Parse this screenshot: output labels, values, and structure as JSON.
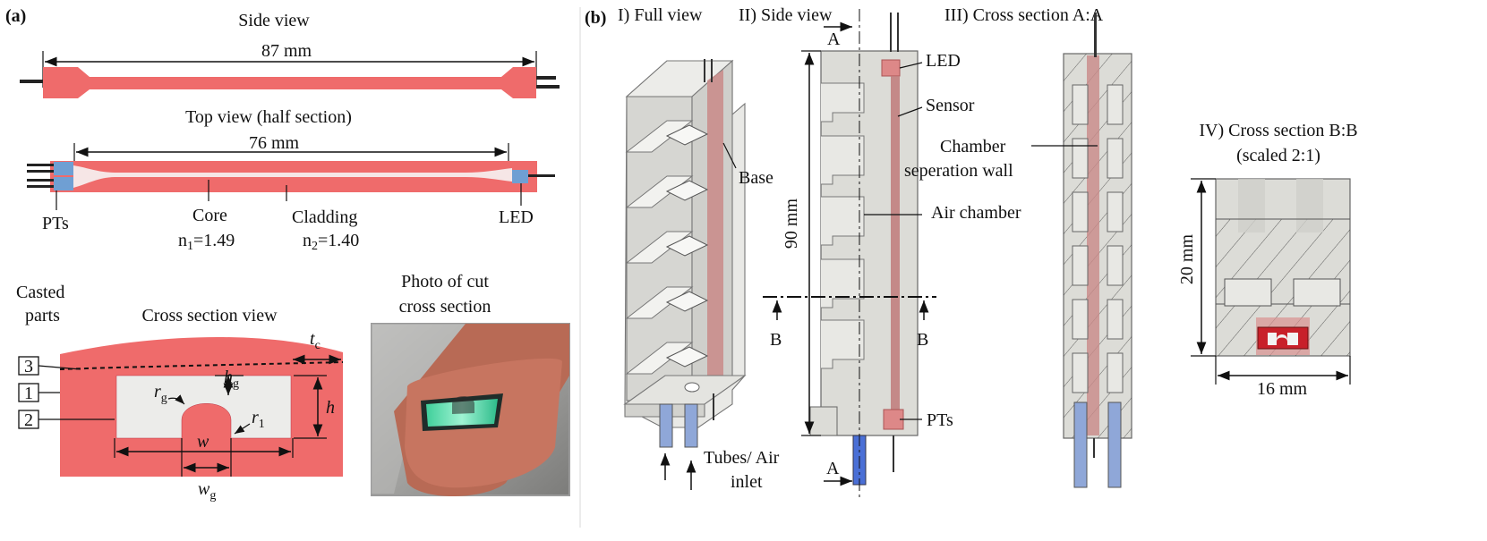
{
  "panel_a": {
    "tag": "(a)",
    "side_view": {
      "title": "Side view",
      "length": "87 mm"
    },
    "top_view": {
      "title": "Top view (half section)",
      "length": "76 mm",
      "labels": {
        "pts": "PTs",
        "core": "Core",
        "cladding": "Cladding",
        "led": "LED"
      }
    },
    "core_index": {
      "sym": "n",
      "sub": "1",
      "val": "=1.49"
    },
    "cladding_index": {
      "sym": "n",
      "sub": "2",
      "val": "=1.40"
    },
    "casted_parts": {
      "line1": "Casted",
      "line2": "parts",
      "items": [
        "3",
        "1",
        "2"
      ]
    },
    "cross_section": {
      "title": "Cross section view",
      "symbols": {
        "tc": "t",
        "tc_sub": "c",
        "hg": "h",
        "hg_sub": "g",
        "rg": "r",
        "rg_sub": "g",
        "r1": "r",
        "r1_sub": "1",
        "h": "h",
        "w": "w",
        "wg": "w",
        "wg_sub": "g"
      }
    },
    "photo": {
      "line1": "Photo of cut",
      "line2": "cross section"
    }
  },
  "panel_b": {
    "tag": "(b)",
    "views": [
      "I) Full view",
      "II) Side view",
      "III) Cross section A:A"
    ],
    "full_view": {
      "base": "Base",
      "tubes_line1": "Tubes/ Air",
      "tubes_line2": "inlet"
    },
    "side_view": {
      "height": "90 mm",
      "led": "LED",
      "sensor": "Sensor",
      "air_chamber": "Air chamber",
      "pts": "PTs",
      "section_a": "A",
      "section_b": "B"
    },
    "cross_aa": {
      "wall_line1": "Chamber",
      "wall_line2": "seperation wall"
    },
    "cross_bb": {
      "title1": "IV) Cross section B:B",
      "title2": "(scaled 2:1)",
      "height": "20 mm",
      "width": "16 mm"
    }
  },
  "colors": {
    "silicone": "#ef6b6b",
    "pt_blue": "#6f9fd3",
    "body_grey": "#dcdcd7",
    "sensor_red": "#b55151",
    "tube_blue": "#4a6fd6"
  }
}
